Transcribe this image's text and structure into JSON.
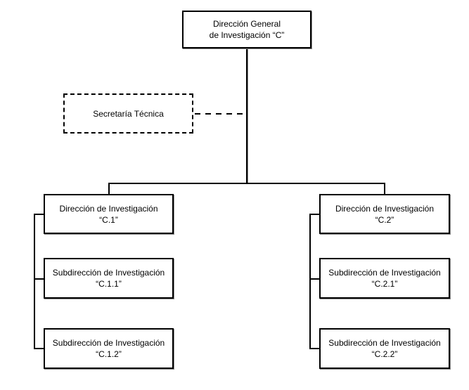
{
  "diagram": {
    "type": "org-chart",
    "background_color": "#ffffff",
    "line_color": "#000000",
    "nodes": {
      "root": {
        "line1": "Dirección General",
        "line2": "de Investigación “C”",
        "border_style": "solid"
      },
      "staff": {
        "line1": "Secretaría Técnica",
        "line2": "",
        "border_style": "dashed"
      },
      "c1": {
        "line1": "Dirección de Investigación",
        "line2": "“C.1”",
        "border_style": "solid"
      },
      "c11": {
        "line1": "Subdirección de Investigación",
        "line2": "“C.1.1”",
        "border_style": "solid"
      },
      "c12": {
        "line1": "Subdirección de Investigación",
        "line2": "“C.1.2”",
        "border_style": "solid"
      },
      "c2": {
        "line1": "Dirección de Investigación",
        "line2": "“C.2”",
        "border_style": "solid"
      },
      "c21": {
        "line1": "Subdirección de Investigación",
        "line2": "“C.2.1”",
        "border_style": "solid"
      },
      "c22": {
        "line1": "Subdirección de Investigación",
        "line2": "“C.2.2”",
        "border_style": "solid"
      }
    },
    "edges": [
      {
        "from": "root",
        "to": "staff",
        "style": "dashed"
      },
      {
        "from": "root",
        "to": "c1",
        "style": "solid"
      },
      {
        "from": "root",
        "to": "c2",
        "style": "solid"
      },
      {
        "from": "c1",
        "to": "c11",
        "style": "solid"
      },
      {
        "from": "c1",
        "to": "c12",
        "style": "solid"
      },
      {
        "from": "c2",
        "to": "c21",
        "style": "solid"
      },
      {
        "from": "c2",
        "to": "c22",
        "style": "solid"
      }
    ]
  }
}
